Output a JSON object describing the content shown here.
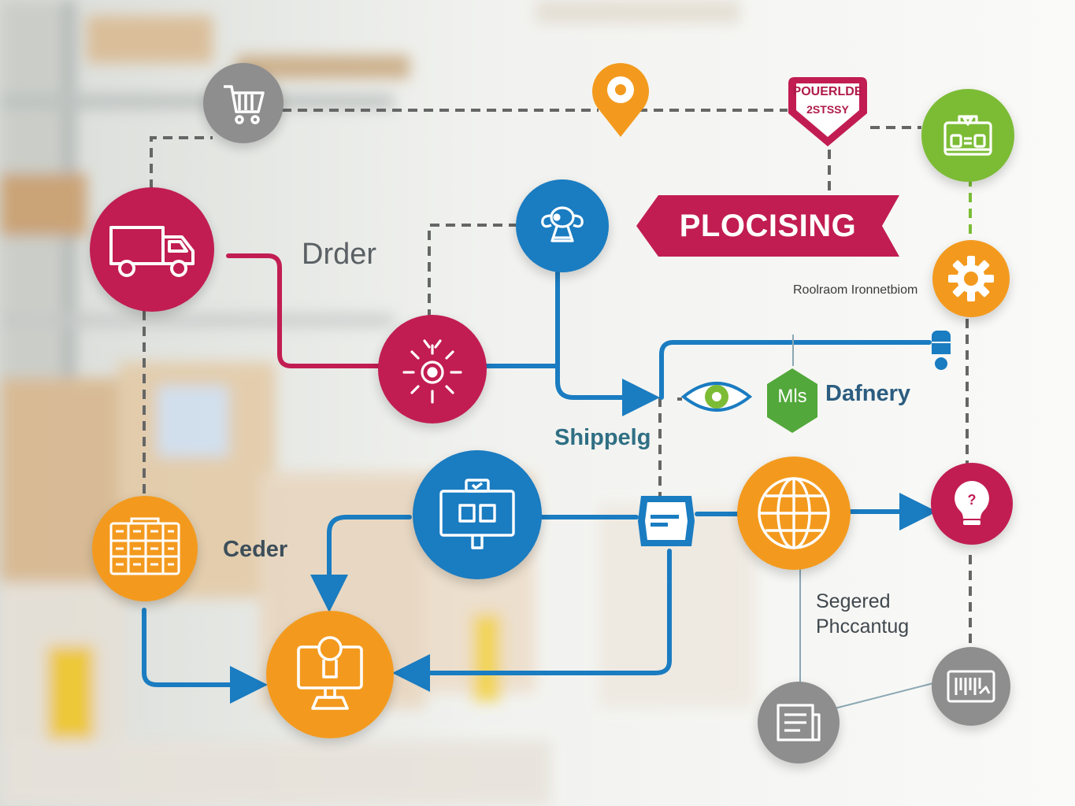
{
  "labels": {
    "order": "Drder",
    "shipping": "Shippelg",
    "ceder": "Ceder",
    "delivery": "Dafnery",
    "small_caption": "Roolraom Ironnetbiom",
    "segment_line1": "Segered",
    "segment_line2": "Phccantug"
  },
  "banner": {
    "text": "PLOCISING"
  },
  "tag": {
    "line1": "POUERLDE",
    "line2": "2STSSY"
  },
  "hex_badge": {
    "text": "Mls"
  },
  "icons": [
    "shopping-cart-icon",
    "location-pin-icon",
    "tag-badge-icon",
    "machine-icon",
    "delivery-truck-icon",
    "trophy-icon",
    "gear-icon",
    "processing-hub-icon",
    "eye-icon",
    "warehouse-shelf-icon",
    "package-box-icon",
    "server-node-icon",
    "globe-icon",
    "lightbulb-icon",
    "workstation-icon",
    "document-icon",
    "barcode-icon"
  ],
  "colors": {
    "crimson": "#c11d52",
    "blue": "#1a7cc1",
    "orange": "#f39a1e",
    "green": "#7cbc35",
    "gray": "#8e8e8e",
    "connector": "#6a6a6a"
  }
}
